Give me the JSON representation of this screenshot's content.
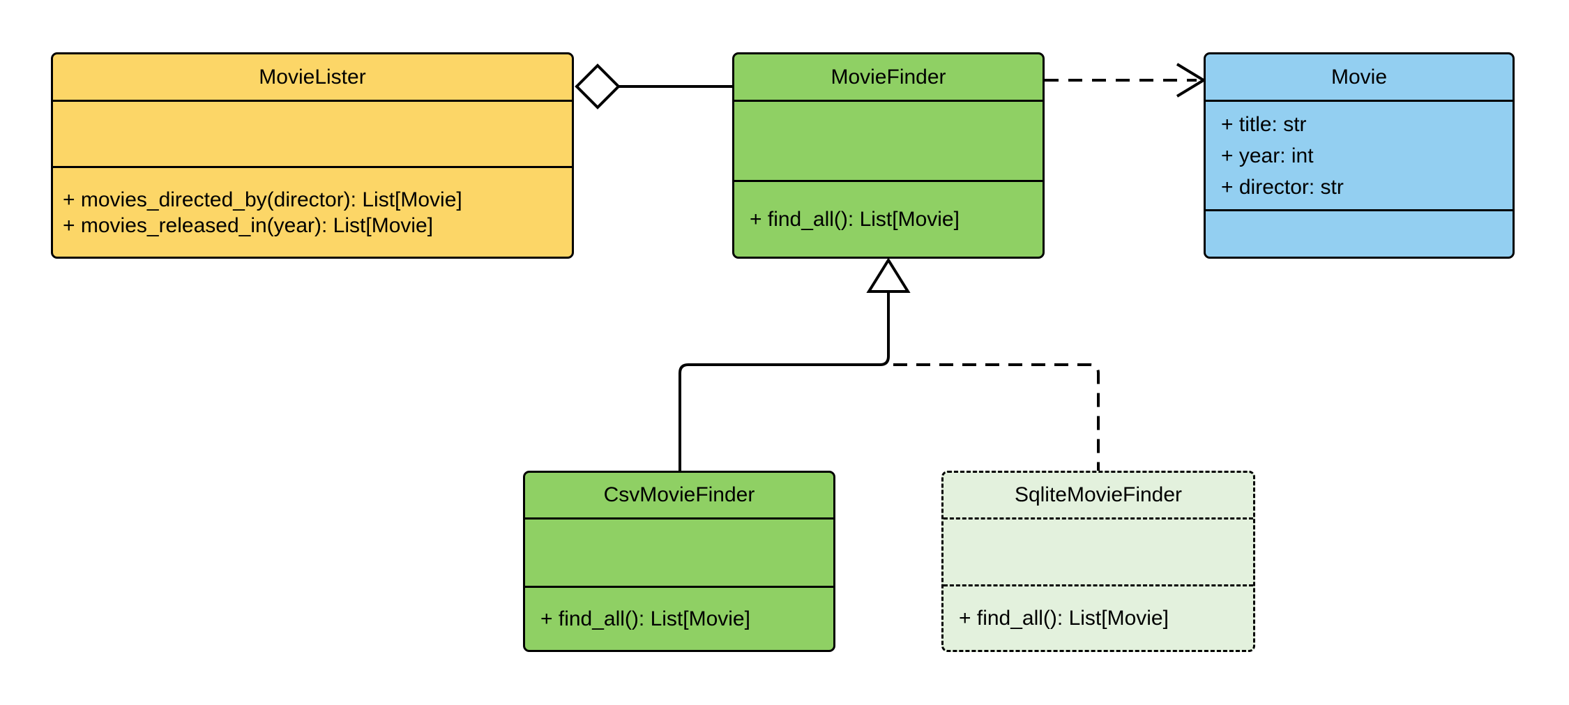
{
  "diagram": {
    "title": "MovieLister UML class diagram",
    "background": "#ffffff",
    "stroke_color": "#000000",
    "classes": [
      {
        "id": "movielister",
        "name": "MovieLister",
        "fill": "#fcd667",
        "border_style": "solid",
        "attributes": [],
        "methods": [
          "+ movies_directed_by(director): List[Movie]",
          "+ movies_released_in(year): List[Movie]"
        ]
      },
      {
        "id": "moviefinder",
        "name": "MovieFinder",
        "fill": "#8fd064",
        "border_style": "solid",
        "attributes": [],
        "methods": [
          "+ find_all(): List[Movie]"
        ]
      },
      {
        "id": "movie",
        "name": "Movie",
        "fill": "#93cff1",
        "border_style": "solid",
        "attributes": [
          "+ title: str",
          "+ year: int",
          "+ director: str"
        ],
        "methods": []
      },
      {
        "id": "csvmoviefinder",
        "name": "CsvMovieFinder",
        "fill": "#8fd064",
        "border_style": "solid",
        "attributes": [],
        "methods": [
          "+ find_all(): List[Movie]"
        ]
      },
      {
        "id": "sqlitemoviefinder",
        "name": "SqliteMovieFinder",
        "fill": "#e3f1dd",
        "border_style": "dashed",
        "attributes": [],
        "methods": [
          "+ find_all(): List[Movie]"
        ]
      }
    ],
    "relationships": [
      {
        "type": "aggregation",
        "from": "MovieLister",
        "to": "MovieFinder",
        "line": "solid",
        "marker": "hollow-diamond"
      },
      {
        "type": "dependency",
        "from": "MovieFinder",
        "to": "Movie",
        "line": "dashed",
        "marker": "open-arrow"
      },
      {
        "type": "generalization",
        "from": "CsvMovieFinder",
        "to": "MovieFinder",
        "line": "solid",
        "marker": "hollow-triangle"
      },
      {
        "type": "generalization",
        "from": "SqliteMovieFinder",
        "to": "MovieFinder",
        "line": "dashed",
        "marker": "hollow-triangle"
      }
    ]
  }
}
